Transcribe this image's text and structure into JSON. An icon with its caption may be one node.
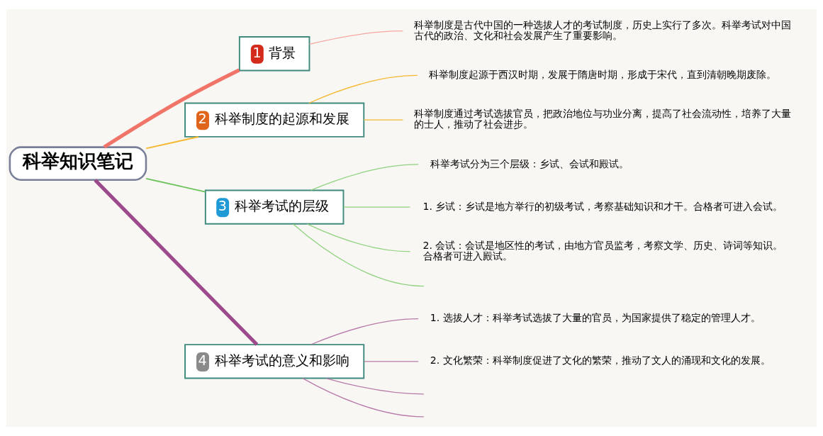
{
  "diagram": {
    "nodes": [
      {
        "text": [
          "科举知识笔记"
        ]
      },
      {
        "text": [
          "1",
          "背景"
        ]
      },
      {
        "text": [
          "2",
          "科举制度的起源和发展"
        ]
      },
      {
        "text": [
          "3",
          "科举考试的层级"
        ]
      },
      {
        "text": [
          "4",
          "科举考试的意义和影响"
        ]
      },
      {
        "text": [
          "科举制度是古代中国的一种选拔人才的考试制度，历史上实行了多次。科举考试对中国古代的政治、文化和社会发展产生了重要影响。"
        ]
      },
      {
        "text": [
          "科举制度起源于西汉时期，发展于隋唐时期，形成于宋代，直到清朝晚期废除。"
        ]
      },
      {
        "text": [
          "科举制度通过考试选拔官员，把政治地位与功业分离，提高了社会流动性，培养了大量的士人，推动了社会进步。"
        ]
      },
      {
        "text": [
          "科举考试分为三个层级：乡试、会试和殿试。"
        ]
      },
      {
        "text": [
          "1. 乡试：乡试是地方举行的初级考试，考察基础知识和才干。合格者可进入会试。"
        ]
      },
      {
        "text": [
          "2. 会试：会试是地区性的考试，由地方官员监考，考察文学、历史、诗词等知识。合格者可进入殿试。"
        ]
      },
      {
        "text": [
          "1. 选拔人才：科举考试选拔了大量的官员，为国家提供了稳定的管理人才。"
        ]
      },
      {
        "text": [
          "2. 文化繁荣：科举制度促进了文化的繁荣，推动了文人的涌现和文化的发展。"
        ]
      }
    ],
    "edges": [
      {
        "from": 0,
        "to": 1,
        "arrow": "none",
        "style": "thick",
        "color": "#f07468"
      },
      {
        "from": 0,
        "to": 2,
        "arrow": "none",
        "color": "#f5b82e"
      },
      {
        "from": 0,
        "to": 3,
        "arrow": "none",
        "color": "#6cc35a"
      },
      {
        "from": 0,
        "to": 4,
        "arrow": "none",
        "style": "thick",
        "color": "#9c4a8c"
      },
      {
        "from": 1,
        "to": 5,
        "arrow": "none",
        "color": "#f5a8a0"
      },
      {
        "from": 2,
        "to": 6,
        "arrow": "none",
        "color": "#f5b82e"
      },
      {
        "from": 2,
        "to": 7,
        "arrow": "none",
        "color": "#f5b82e"
      },
      {
        "from": 3,
        "to": 8,
        "arrow": "none",
        "color": "#8fd27f"
      },
      {
        "from": 3,
        "to": 9,
        "arrow": "none",
        "color": "#8fd27f"
      },
      {
        "from": 3,
        "to": 10,
        "arrow": "none",
        "color": "#8fd27f"
      },
      {
        "from": 3,
        "to": null,
        "arrow": "none",
        "color": "#8fd27f"
      },
      {
        "from": 4,
        "to": 11,
        "arrow": "none",
        "color": "#b77aa8"
      },
      {
        "from": 4,
        "to": 12,
        "arrow": "none",
        "color": "#b77aa8"
      },
      {
        "from": 4,
        "to": null,
        "arrow": "none",
        "color": "#b77aa8"
      },
      {
        "from": 4,
        "to": null,
        "arrow": "none",
        "color": "#b77aa8"
      }
    ]
  }
}
